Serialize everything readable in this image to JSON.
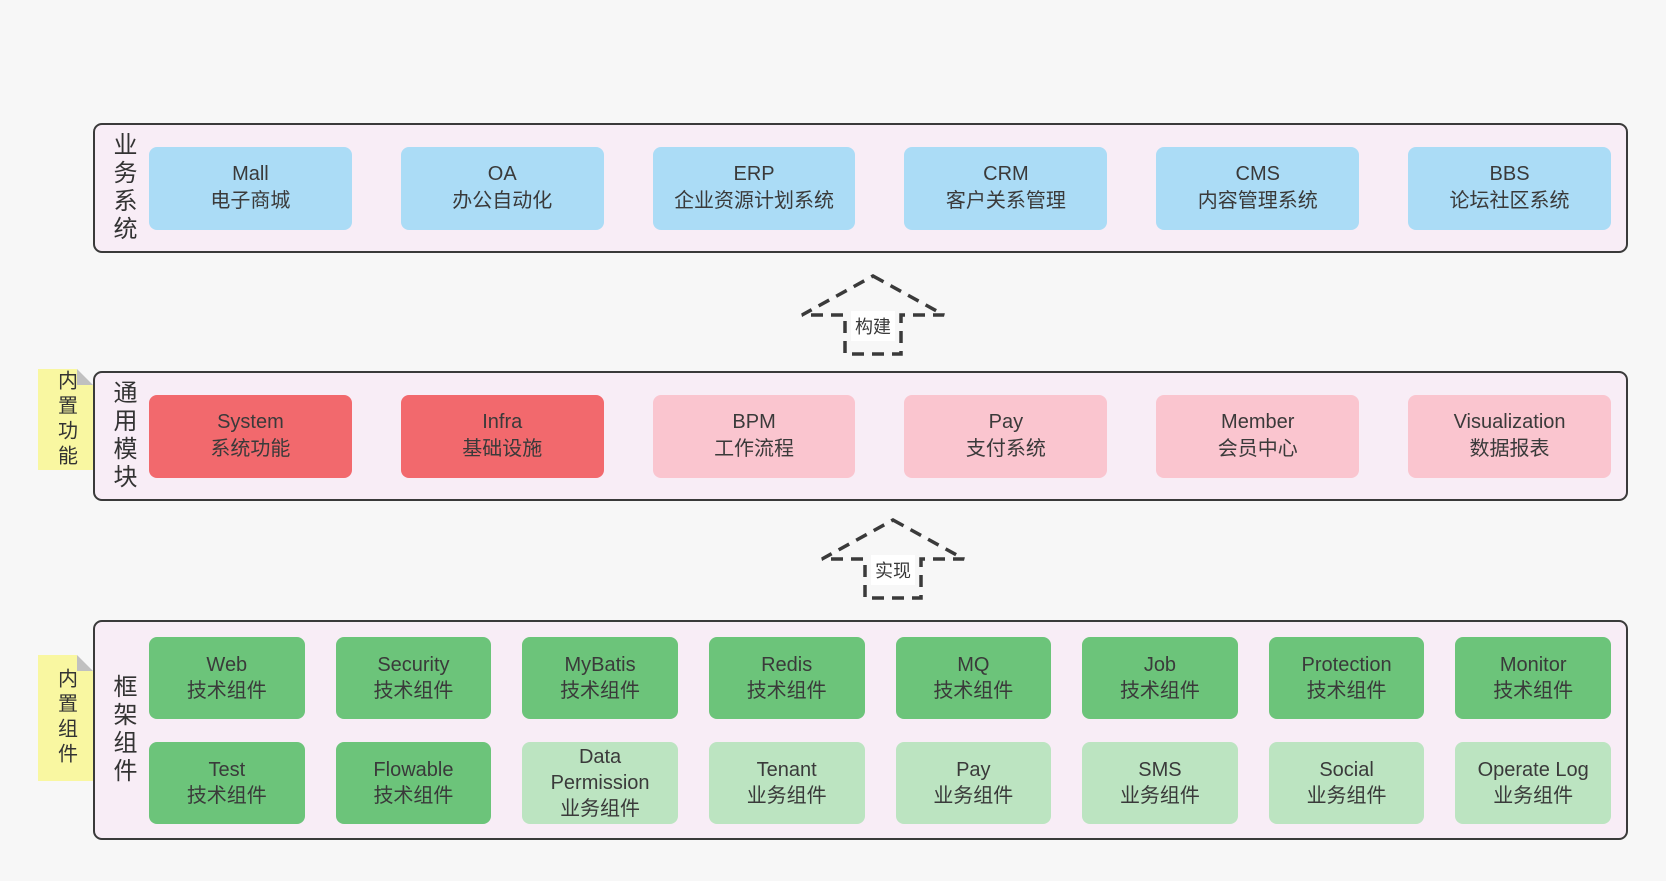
{
  "colors": {
    "page_bg": "#f7f7f7",
    "panel_bg": "#f8edf6",
    "panel_border": "#3a3a3a",
    "blue": "#abdcf6",
    "red": "#f2696d",
    "pink": "#fac5cf",
    "green": "#6cc47a",
    "light_green": "#bce4c1",
    "yellow": "#f9f7a1",
    "fold_gray": "#c0c0c0",
    "text": "#3a3a3a"
  },
  "business_row": {
    "label": "业务系统",
    "items": [
      {
        "title": "Mall",
        "subtitle": "电子商城"
      },
      {
        "title": "OA",
        "subtitle": "办公自动化"
      },
      {
        "title": "ERP",
        "subtitle": "企业资源计划系统"
      },
      {
        "title": "CRM",
        "subtitle": "客户关系管理"
      },
      {
        "title": "CMS",
        "subtitle": "内容管理系统"
      },
      {
        "title": "BBS",
        "subtitle": "论坛社区系统"
      }
    ]
  },
  "build_arrow": {
    "label": "构建"
  },
  "module_row": {
    "note": "内置功能",
    "label": "通用模块",
    "items": [
      {
        "title": "System",
        "subtitle": "系统功能",
        "color": "red"
      },
      {
        "title": "Infra",
        "subtitle": "基础设施",
        "color": "red"
      },
      {
        "title": "BPM",
        "subtitle": "工作流程",
        "color": "pink"
      },
      {
        "title": "Pay",
        "subtitle": "支付系统",
        "color": "pink"
      },
      {
        "title": "Member",
        "subtitle": "会员中心",
        "color": "pink"
      },
      {
        "title": "Visualization",
        "subtitle": "数据报表",
        "color": "pink"
      }
    ]
  },
  "implement_arrow": {
    "label": "实现"
  },
  "component_row": {
    "note": "内置组件",
    "label": "框架组件",
    "row1": [
      {
        "title": "Web",
        "subtitle": "技术组件",
        "color": "green"
      },
      {
        "title": "Security",
        "subtitle": "技术组件",
        "color": "green"
      },
      {
        "title": "MyBatis",
        "subtitle": "技术组件",
        "color": "green"
      },
      {
        "title": "Redis",
        "subtitle": "技术组件",
        "color": "green"
      },
      {
        "title": "MQ",
        "subtitle": "技术组件",
        "color": "green"
      },
      {
        "title": "Job",
        "subtitle": "技术组件",
        "color": "green"
      },
      {
        "title": "Protection",
        "subtitle": "技术组件",
        "color": "green"
      },
      {
        "title": "Monitor",
        "subtitle": "技术组件",
        "color": "green"
      }
    ],
    "row2": [
      {
        "title": "Test",
        "subtitle": "技术组件",
        "color": "green"
      },
      {
        "title": "Flowable",
        "subtitle": "技术组件",
        "color": "green"
      },
      {
        "title": "Data Permission",
        "subtitle": "业务组件",
        "color": "light_green"
      },
      {
        "title": "Tenant",
        "subtitle": "业务组件",
        "color": "light_green"
      },
      {
        "title": "Pay",
        "subtitle": "业务组件",
        "color": "light_green"
      },
      {
        "title": "SMS",
        "subtitle": "业务组件",
        "color": "light_green"
      },
      {
        "title": "Social",
        "subtitle": "业务组件",
        "color": "light_green"
      },
      {
        "title": "Operate Log",
        "subtitle": "业务组件",
        "color": "light_green"
      }
    ]
  }
}
